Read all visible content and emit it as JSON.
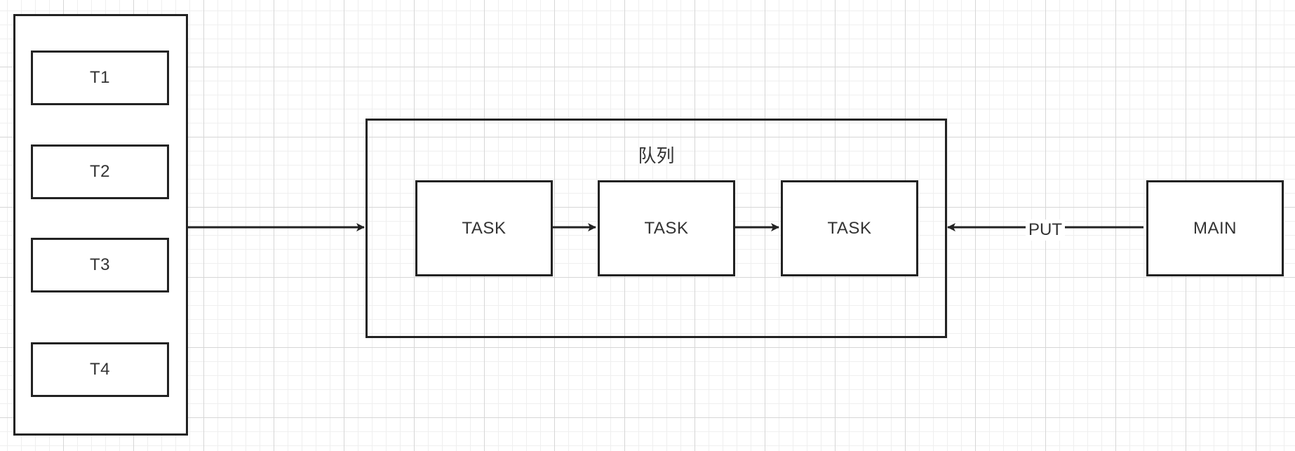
{
  "workers": {
    "items": [
      {
        "label": "T1"
      },
      {
        "label": "T2"
      },
      {
        "label": "T3"
      },
      {
        "label": "T4"
      }
    ]
  },
  "queue": {
    "title": "队列",
    "tasks": [
      {
        "label": "TASK"
      },
      {
        "label": "TASK"
      },
      {
        "label": "TASK"
      }
    ]
  },
  "main": {
    "label": "MAIN"
  },
  "edges": {
    "put_label": "PUT"
  },
  "colors": {
    "stroke": "#222222",
    "text": "#333333",
    "grid": "#d6d6d6"
  }
}
